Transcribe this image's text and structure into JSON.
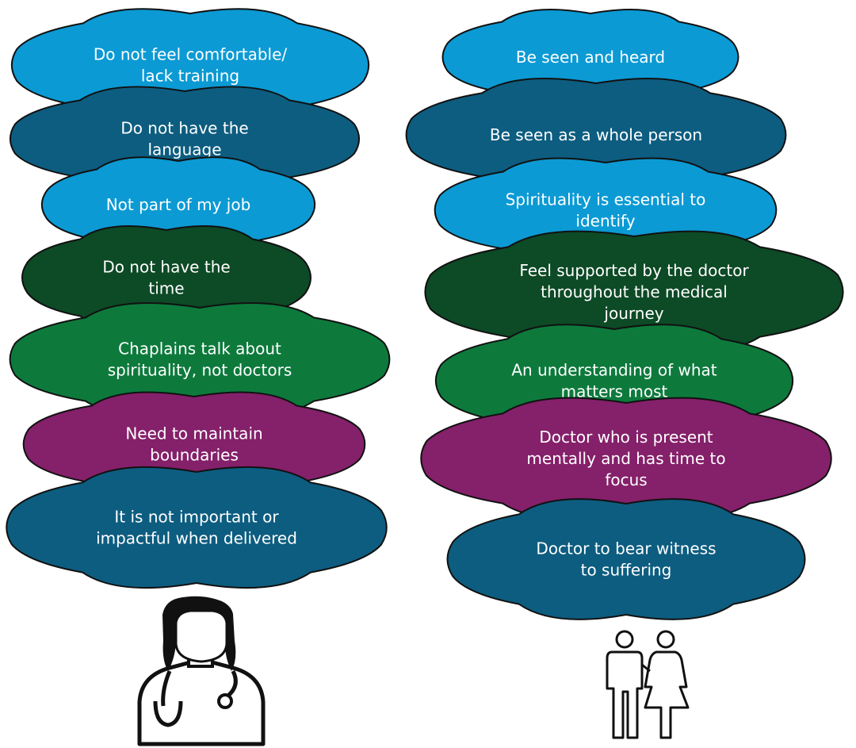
{
  "colors": {
    "light_blue": "#0b9ad4",
    "steel_blue": "#0d5d80",
    "dark_green": "#0d4a26",
    "green": "#0d7a3c",
    "purple": "#85206a",
    "outline": "#111111",
    "text": "#ffffff"
  },
  "doctor_column": {
    "icon": "doctor-icon",
    "clouds": [
      {
        "lines": [
          "Do not feel comfortable/",
          "lack training"
        ],
        "color": "light_blue"
      },
      {
        "lines": [
          "Do not have the",
          "language"
        ],
        "color": "steel_blue"
      },
      {
        "lines": [
          "Not part of my job"
        ],
        "color": "light_blue"
      },
      {
        "lines": [
          "Do not have the",
          "time"
        ],
        "color": "dark_green"
      },
      {
        "lines": [
          "Chaplains talk about",
          "spirituality, not doctors"
        ],
        "color": "green"
      },
      {
        "lines": [
          "Need to maintain",
          "boundaries"
        ],
        "color": "purple"
      },
      {
        "lines": [
          "It is not important or",
          "impactful when delivered"
        ],
        "color": "steel_blue"
      }
    ]
  },
  "patient_column": {
    "icon": "patient-couple-icon",
    "clouds": [
      {
        "lines": [
          "Be seen and heard"
        ],
        "color": "light_blue"
      },
      {
        "lines": [
          "Be seen as a whole person"
        ],
        "color": "steel_blue"
      },
      {
        "lines": [
          "Spirituality is essential to",
          "identify"
        ],
        "color": "light_blue"
      },
      {
        "lines": [
          "Feel supported by the doctor",
          "throughout the medical",
          "journey"
        ],
        "color": "dark_green"
      },
      {
        "lines": [
          "An understanding of what",
          "matters most"
        ],
        "color": "green"
      },
      {
        "lines": [
          "Doctor who is present",
          "mentally and has time to",
          "focus"
        ],
        "color": "purple"
      },
      {
        "lines": [
          "Doctor to bear witness",
          "to suffering"
        ],
        "color": "steel_blue"
      }
    ]
  }
}
